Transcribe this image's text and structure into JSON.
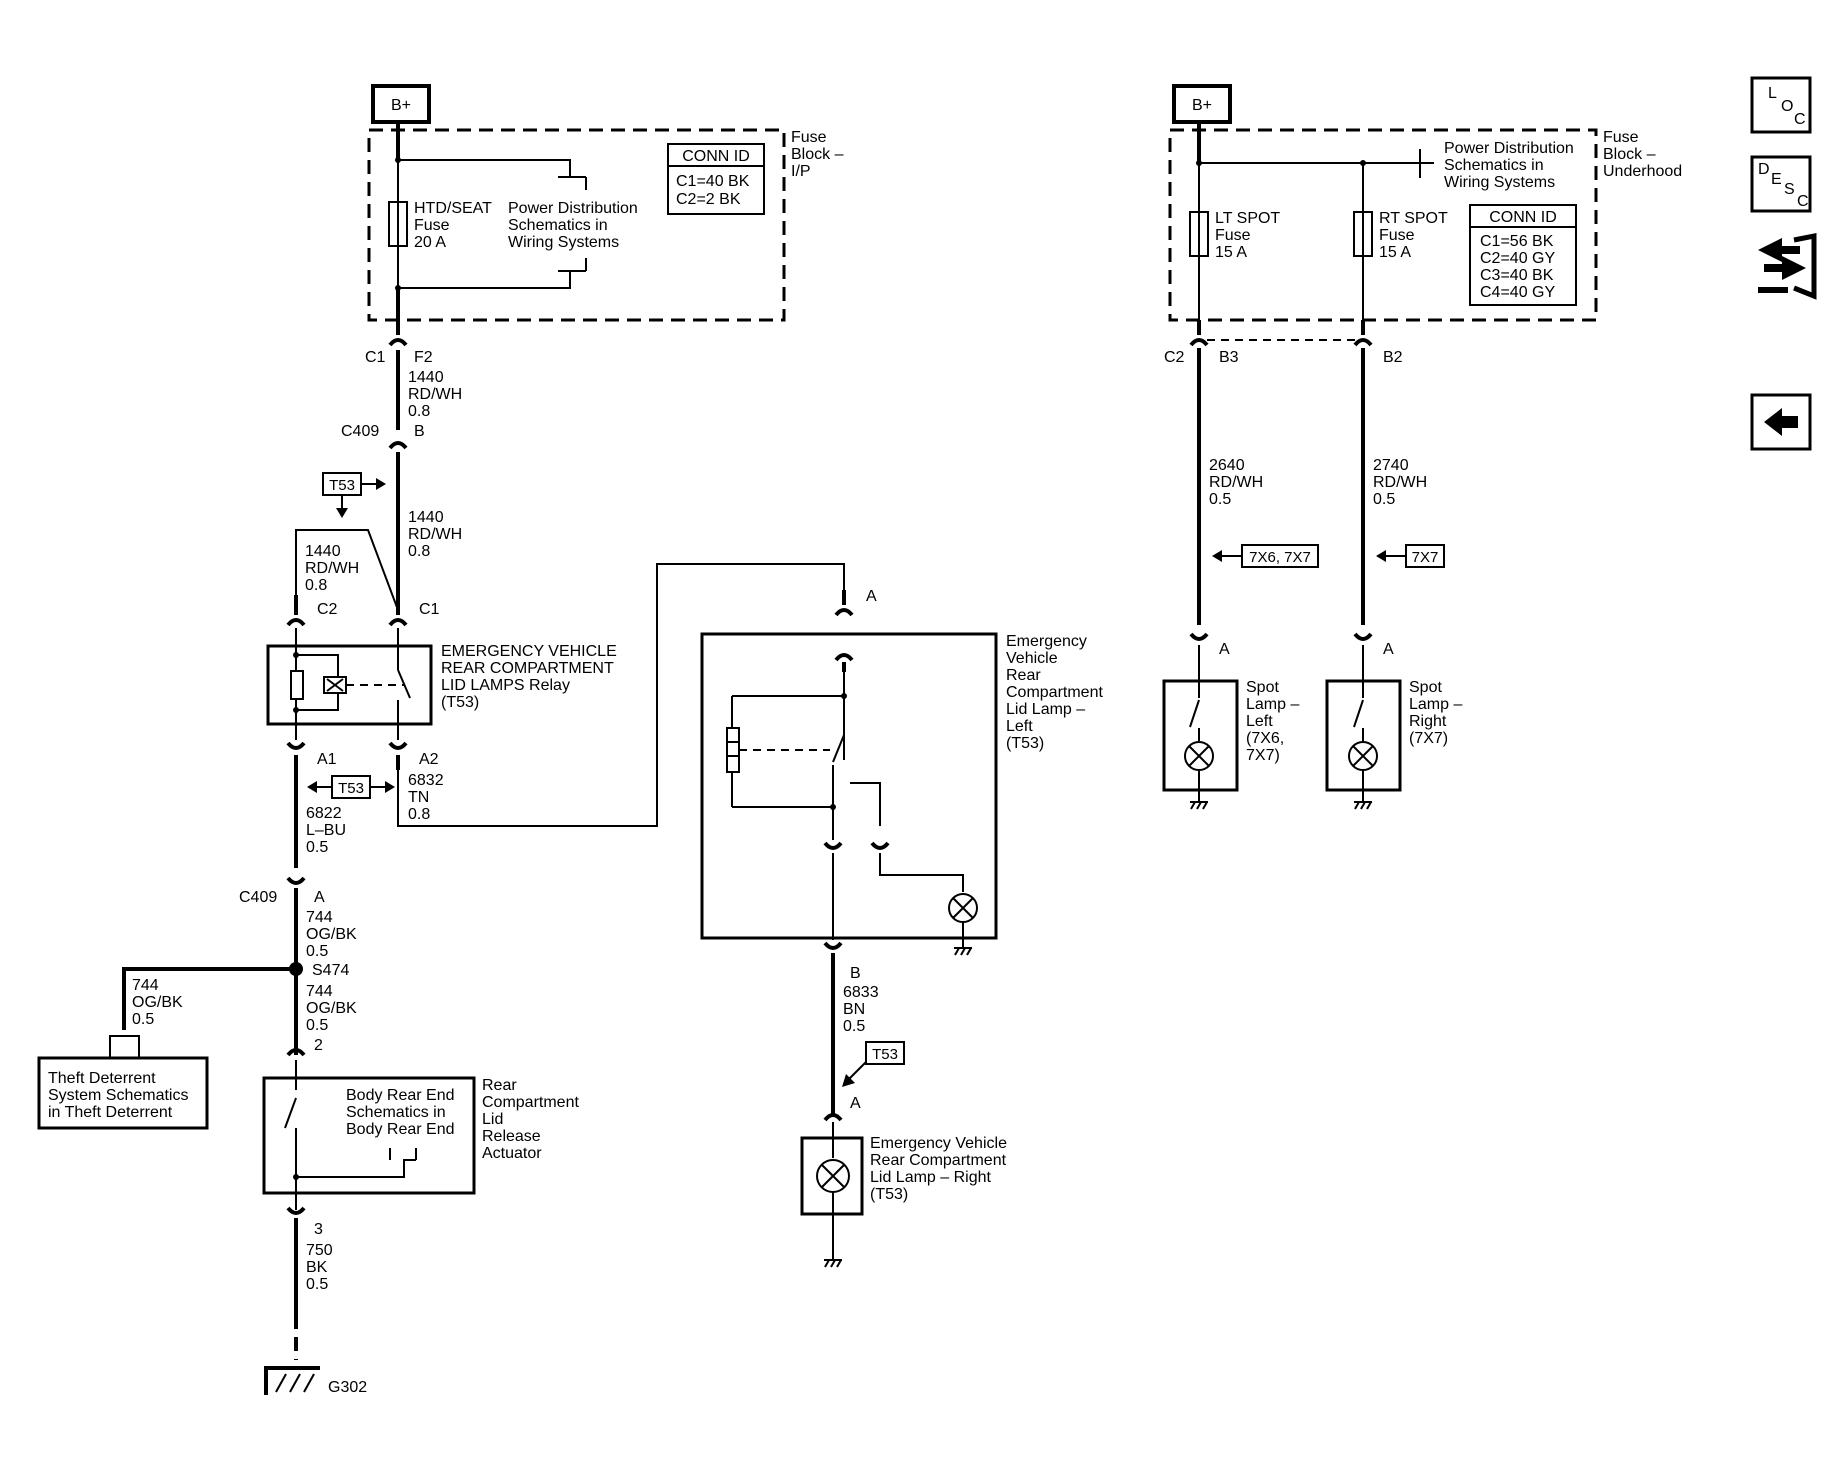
{
  "power": {
    "bplus_left": "B+",
    "bplus_right": "B+"
  },
  "fuse_block_ip": {
    "name": [
      "Fuse",
      "Block –",
      "I/P"
    ],
    "fuse": [
      "HTD/SEAT",
      "Fuse",
      "20 A"
    ],
    "pd_ref": [
      "Power Distribution",
      "Schematics in",
      "Wiring Systems"
    ],
    "conn_id_title": "CONN ID",
    "conn_id": [
      "C1=40 BK",
      "C2=2 BK"
    ]
  },
  "fuse_block_underhood": {
    "name": [
      "Fuse",
      "Block –",
      "Underhood"
    ],
    "pd_ref": [
      "Power Distribution",
      "Schematics in",
      "Wiring Systems"
    ],
    "lt_fuse": [
      "LT SPOT",
      "Fuse",
      "15 A"
    ],
    "rt_fuse": [
      "RT SPOT",
      "Fuse",
      "15 A"
    ],
    "conn_id_title": "CONN ID",
    "conn_id": [
      "C1=56 BK",
      "C2=40 GY",
      "C3=40 BK",
      "C4=40 GY"
    ]
  },
  "connectors": {
    "c1": "C1",
    "f2": "F2",
    "c409_top": "C409",
    "b": "B",
    "relay_c2": "C2",
    "relay_c1": "C1",
    "relay_a1": "A1",
    "relay_a2": "A2",
    "c409_bot": "C409",
    "a": "A",
    "s474": "S474",
    "pin2": "2",
    "pin3": "3",
    "g302": "G302",
    "lamp_left_a": "A",
    "lamp_left_b": "B",
    "lamp_right_a": "A",
    "uh_c2": "C2",
    "uh_b3": "B3",
    "uh_b2": "B2",
    "spot_left_a": "A",
    "spot_right_a": "A"
  },
  "wires": {
    "w1440_a": [
      "1440",
      "RD/WH",
      "0.8"
    ],
    "w1440_b": [
      "1440",
      "RD/WH",
      "0.8"
    ],
    "w1440_c": [
      "1440",
      "RD/WH",
      "0.8"
    ],
    "w6832": [
      "6832",
      "TN",
      "0.8"
    ],
    "w6822": [
      "6822",
      "L–BU",
      "0.5"
    ],
    "w744_a": [
      "744",
      "OG/BK",
      "0.5"
    ],
    "w744_b": [
      "744",
      "OG/BK",
      "0.5"
    ],
    "w744_c": [
      "744",
      "OG/BK",
      "0.5"
    ],
    "w750": [
      "750",
      "BK",
      "0.5"
    ],
    "w6833": [
      "6833",
      "BN",
      "0.5"
    ],
    "w2640": [
      "2640",
      "RD/WH",
      "0.5"
    ],
    "w2740": [
      "2740",
      "RD/WH",
      "0.5"
    ]
  },
  "options": {
    "t53_1": "T53",
    "t53_2": "T53",
    "t53_3": "T53",
    "opt_7x6_7x7": "7X6, 7X7",
    "opt_7x7": "7X7"
  },
  "components": {
    "relay": [
      "EMERGENCY VEHICLE",
      "REAR COMPARTMENT",
      "LID LAMPS Relay",
      "(T53)"
    ],
    "theft_ref": [
      "Theft Deterrent",
      "System Schematics",
      "in Theft Deterrent"
    ],
    "actuator_ref": [
      "Body Rear End",
      "Schematics in",
      "Body Rear End"
    ],
    "actuator": [
      "Rear",
      "Compartment",
      "Lid",
      "Release",
      "Actuator"
    ],
    "lamp_left": [
      "Emergency",
      "Vehicle",
      "Rear",
      "Compartment",
      "Lid Lamp –",
      "Left",
      "(T53)"
    ],
    "lamp_right": [
      "Emergency Vehicle",
      "Rear Compartment",
      "Lid Lamp – Right",
      "(T53)"
    ],
    "spot_left": [
      "Spot",
      "Lamp –",
      "Left",
      "(7X6,",
      "7X7)"
    ],
    "spot_right": [
      "Spot",
      "Lamp –",
      "Right",
      "(7X7)"
    ]
  },
  "nav": {
    "loc": [
      "L",
      "O",
      "C"
    ],
    "desc": [
      "D",
      "E",
      "S",
      "C"
    ],
    "connector_icon": "connector-end-view-icon",
    "back_icon": "back-arrow-icon"
  }
}
